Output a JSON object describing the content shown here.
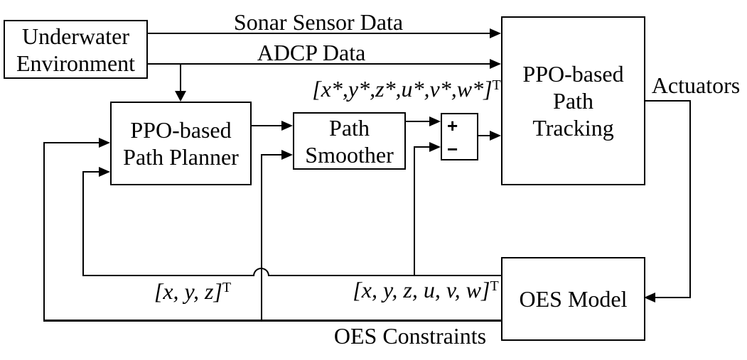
{
  "diagram": {
    "title_semantic": "PPO-based AUV path planning and tracking control block diagram",
    "background_color": "#ffffff",
    "line_color": "#000000"
  },
  "blocks": {
    "underwater_environment": {
      "lines": [
        "Underwater",
        "Environment"
      ]
    },
    "path_planner": {
      "lines": [
        "PPO-based",
        "Path Planner"
      ]
    },
    "path_smoother": {
      "lines": [
        "Path",
        "Smoother"
      ]
    },
    "path_tracking": {
      "lines": [
        "PPO-based",
        "Path",
        "Tracking"
      ]
    },
    "oes_model": {
      "lines": [
        "OES Model"
      ]
    },
    "summing_junction": {
      "plus": "+",
      "minus": "−"
    }
  },
  "signals": {
    "sonar": {
      "label": "Sonar Sensor Data"
    },
    "adcp": {
      "label": "ADCP Data"
    },
    "reference": {
      "base": "[x*,y*,z*,u*,v*,w*]",
      "sup": "T"
    },
    "actuators": {
      "label": "Actuators"
    },
    "position_feedback": {
      "base": "[x, y, z]",
      "sup": "T"
    },
    "state_feedback": {
      "base": "[x, y, z, u, v, w]",
      "sup": "T"
    },
    "constraints": {
      "label": "OES Constraints"
    }
  }
}
